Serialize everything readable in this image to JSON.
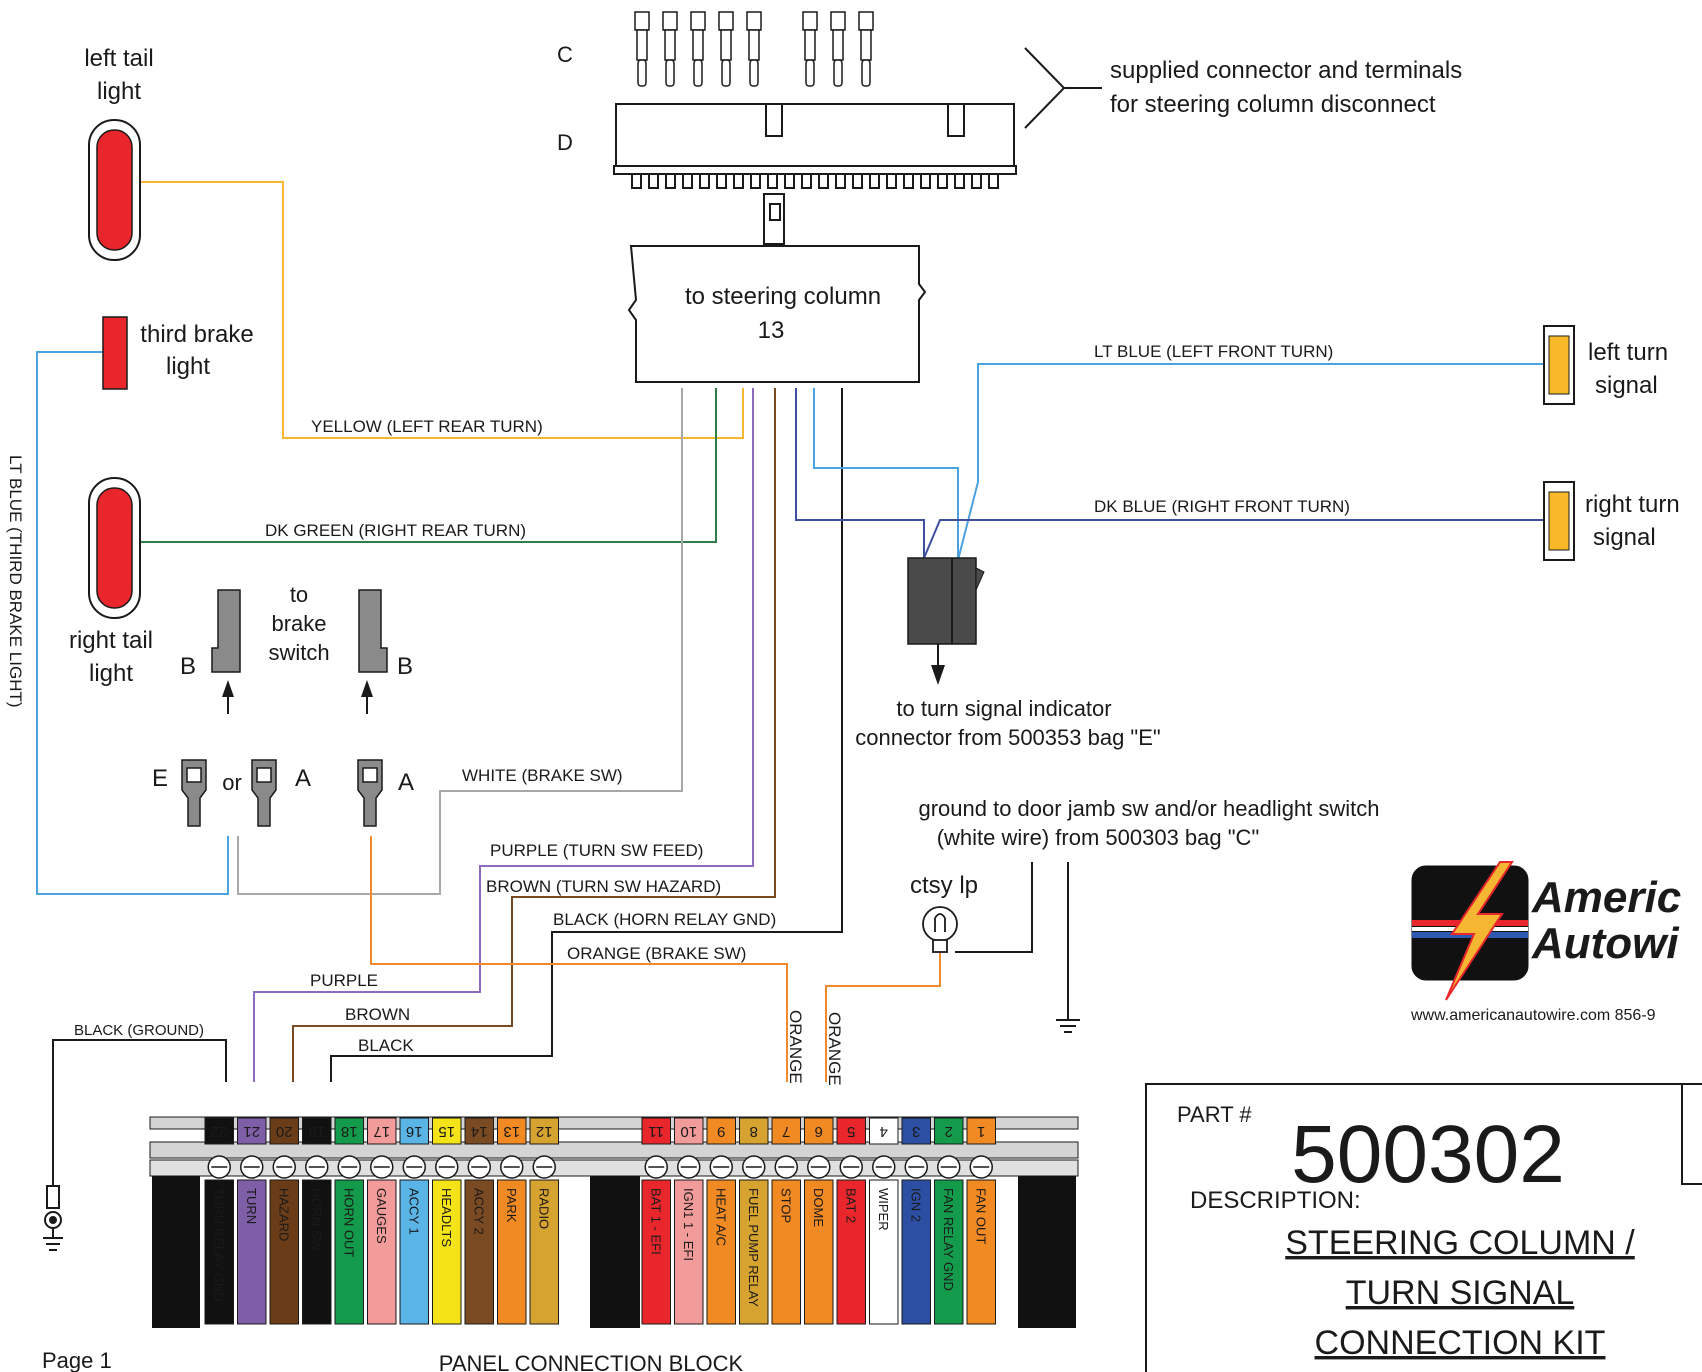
{
  "labels": {
    "left_tail_1": "left tail",
    "left_tail_2": "light",
    "third_brake_1": "third brake",
    "third_brake_2": "light",
    "right_tail_1": "right tail",
    "right_tail_2": "light",
    "lt_blue_vertical": "LT BLUE (THIRD BRAKE LIGHT)",
    "conn_c": "C",
    "conn_d": "D",
    "supplied_1": "supplied connector and terminals",
    "supplied_2": "for steering column disconnect",
    "steering_1": "to steering column",
    "steering_2": "13",
    "left_turn_1": "left turn",
    "left_turn_2": "signal",
    "right_turn_1": "right turn",
    "right_turn_2": "signal",
    "brake_to": "to",
    "brake_brake": "brake",
    "brake_switch": "switch",
    "b_left": "B",
    "b_right": "B",
    "e_label": "E",
    "or_label": "or",
    "a_label_1": "A",
    "a_label_2": "A",
    "turn_ind_1": "to turn signal indicator",
    "turn_ind_2": "connector from 500353 bag \"E\"",
    "ground_1": "ground to door jamb sw and/or headlight switch",
    "ground_2": "(white wire) from 500303 bag \"C\"",
    "ctsy": "ctsy lp",
    "logo_1": "Americ",
    "logo_2": "Autowi",
    "website": "www.americanautowire.com   856-9",
    "part_label": "PART #",
    "part_number": "500302",
    "description_label": "DESCRIPTION:",
    "description_1": "STEERING COLUMN /",
    "description_2": "TURN SIGNAL",
    "description_3": "CONNECTION KIT",
    "page": "Page 1",
    "panel_block": "PANEL CONNECTION BLOCK"
  },
  "wires": {
    "yellow": "YELLOW  (LEFT REAR TURN)",
    "dk_green": "DK GREEN (RIGHT REAR TURN)",
    "lt_blue_front": "LT BLUE   (LEFT FRONT TURN)",
    "dk_blue_front": "DK BLUE   (RIGHT FRONT TURN)",
    "white": "WHITE (BRAKE SW)",
    "purple_feed": "PURPLE (TURN SW FEED)",
    "brown_hazard": "BROWN (TURN SW HAZARD)",
    "black_horn": "BLACK (HORN RELAY GND)",
    "orange_brake": "ORANGE (BRAKE SW)",
    "purple": "PURPLE",
    "brown": "BROWN",
    "black": "BLACK",
    "black_ground": "BLACK (GROUND)",
    "orange_1": "ORANGE",
    "orange_2": "ORANGE"
  },
  "wire_colors": {
    "yellow": "#f5b731",
    "dk_green": "#2e7d4a",
    "lt_blue": "#4aa3df",
    "dk_blue": "#3f4fa0",
    "white_wire": "#a8a8a8",
    "purple": "#8e6bbf",
    "brown": "#7a4a22",
    "black": "#1a1a1a",
    "orange": "#f08a2a",
    "light_red": "#e8262c"
  },
  "terminals_left": [
    {
      "num": "22",
      "label": "TURN RELAY GND",
      "color": "#111111",
      "text_color": "#ffffff"
    },
    {
      "num": "21",
      "label": "TURN",
      "color": "#7f5ea8",
      "text_color": "#ffffff"
    },
    {
      "num": "20",
      "label": "HAZARD",
      "color": "#6b3c18",
      "text_color": "#ffffff"
    },
    {
      "num": "19",
      "label": "HORN SW",
      "color": "#111111",
      "text_color": "#ffffff"
    },
    {
      "num": "18",
      "label": "HORN OUT",
      "color": "#139a4a",
      "text_color": "#ffffff"
    },
    {
      "num": "17",
      "label": "GAUGES",
      "color": "#f29b9b",
      "text_color": "#1a1a1a"
    },
    {
      "num": "16",
      "label": "ACCY 1",
      "color": "#5ab4e6",
      "text_color": "#1a1a1a"
    },
    {
      "num": "15",
      "label": "HEADLTS",
      "color": "#f4e417",
      "text_color": "#1a1a1a"
    },
    {
      "num": "14",
      "label": "ACCY 2",
      "color": "#7a4a22",
      "text_color": "#ffffff"
    },
    {
      "num": "13",
      "label": "PARK",
      "color": "#f18a22",
      "text_color": "#ffffff"
    },
    {
      "num": "12",
      "label": "RADIO",
      "color": "#d6a330",
      "text_color": "#ffffff"
    }
  ],
  "terminals_right": [
    {
      "num": "11",
      "label": "BAT 1 - EFI",
      "color": "#e8262c",
      "text_color": "#ffffff"
    },
    {
      "num": "10",
      "label": "IGN1 1 - EFI",
      "color": "#f29b9b",
      "text_color": "#1a1a1a"
    },
    {
      "num": "9",
      "label": "HEAT A/C",
      "color": "#f18a22",
      "text_color": "#1a1a1a"
    },
    {
      "num": "8",
      "label": "FUEL PUMP RELAY",
      "color": "#d6a330",
      "text_color": "#1a1a1a"
    },
    {
      "num": "7",
      "label": "STOP",
      "color": "#f18a22",
      "text_color": "#ffffff"
    },
    {
      "num": "6",
      "label": "DOME",
      "color": "#f18a22",
      "text_color": "#ffffff"
    },
    {
      "num": "5",
      "label": "BAT 2",
      "color": "#e8262c",
      "text_color": "#ffffff"
    },
    {
      "num": "4",
      "label": "WIPER",
      "color": "#ffffff",
      "text_color": "#1a1a1a"
    },
    {
      "num": "3",
      "label": "IGN 2",
      "color": "#2d4fa3",
      "text_color": "#ffffff"
    },
    {
      "num": "2",
      "label": "FAN RELAY GND",
      "color": "#139a4a",
      "text_color": "#1a1a1a"
    },
    {
      "num": "1",
      "label": "FAN OUT",
      "color": "#f18a22",
      "text_color": "#1a1a1a"
    }
  ]
}
